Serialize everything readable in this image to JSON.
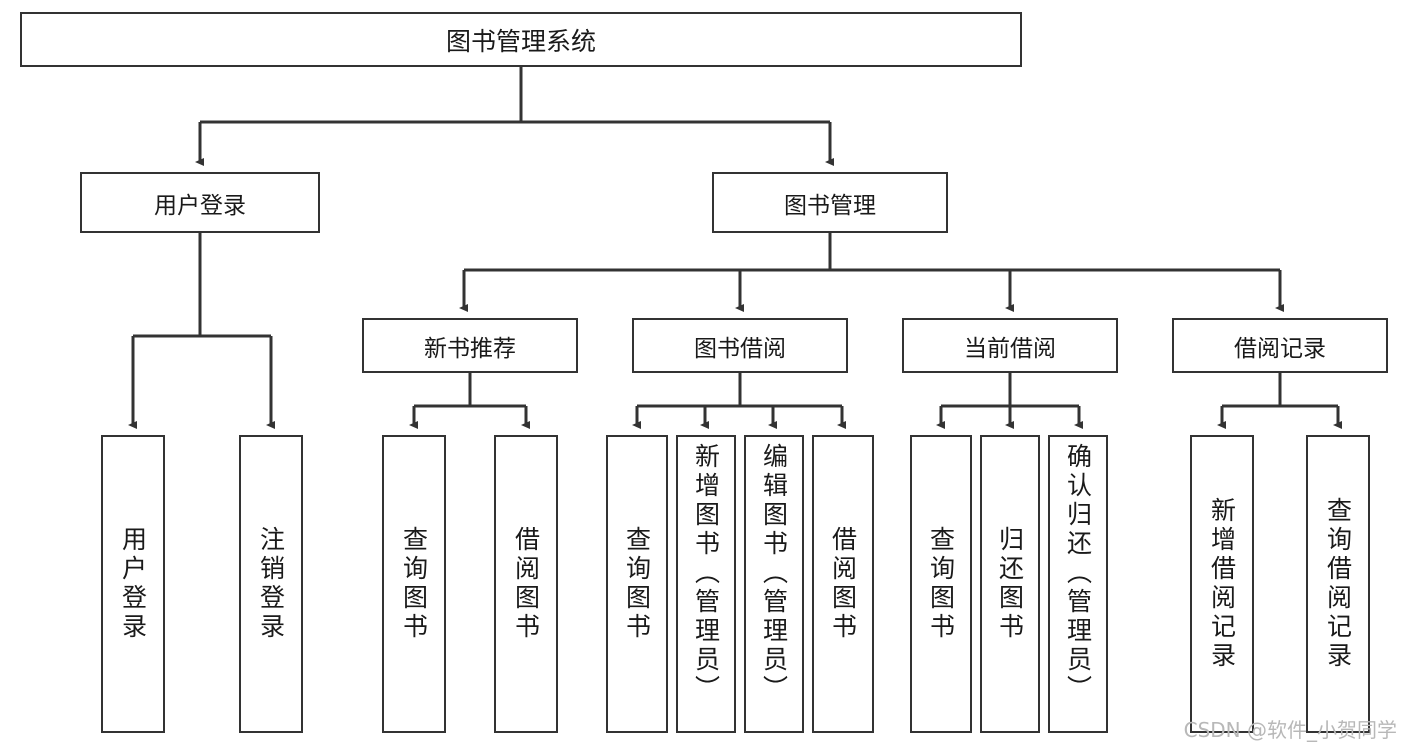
{
  "diagram": {
    "title": "图书管理系统",
    "root": {
      "label": "图书管理系统"
    },
    "level2": [
      {
        "label": "用户登录"
      },
      {
        "label": "图书管理"
      }
    ],
    "level3": [
      {
        "label": "新书推荐"
      },
      {
        "label": "图书借阅"
      },
      {
        "label": "当前借阅"
      },
      {
        "label": "借阅记录"
      }
    ],
    "leaves": [
      {
        "label": "用户登录",
        "parent": "用户登录"
      },
      {
        "label": "注销登录",
        "parent": "用户登录"
      },
      {
        "label": "查询图书",
        "parent": "新书推荐"
      },
      {
        "label": "借阅图书",
        "parent": "新书推荐"
      },
      {
        "label": "查询图书",
        "parent": "图书借阅"
      },
      {
        "label": "新增图书（管理员）",
        "parent": "图书借阅"
      },
      {
        "label": "编辑图书（管理员）",
        "parent": "图书借阅"
      },
      {
        "label": "借阅图书",
        "parent": "图书借阅"
      },
      {
        "label": "查询图书",
        "parent": "当前借阅"
      },
      {
        "label": "归还图书",
        "parent": "当前借阅"
      },
      {
        "label": "确认归还（管理员）",
        "parent": "当前借阅"
      },
      {
        "label": "新增借阅记录",
        "parent": "借阅记录"
      },
      {
        "label": "查询借阅记录",
        "parent": "借阅记录"
      }
    ]
  },
  "watermark": {
    "text": "CSDN @软件_小贺同学"
  },
  "colors": {
    "stroke": "#333333",
    "background": "#ffffff",
    "text": "#1a1a1a",
    "watermark": "#b8b8b8"
  }
}
